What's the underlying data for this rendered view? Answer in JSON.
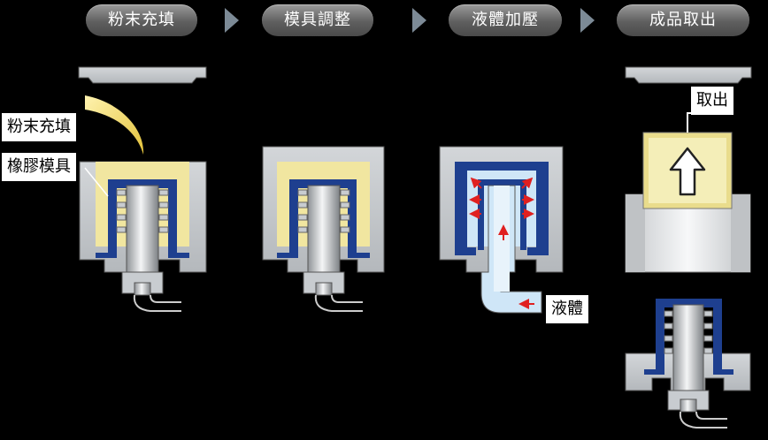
{
  "steps": [
    {
      "label": "粉末充填"
    },
    {
      "label": "模具調整"
    },
    {
      "label": "液體加壓"
    },
    {
      "label": "成品取出"
    }
  ],
  "callouts": {
    "powder": "粉末充填",
    "rubber_mold": "橡膠模具",
    "liquid": "液體",
    "remove": "取出"
  },
  "colors": {
    "steel": "#c8ccd0",
    "powder": "#f1e6a0",
    "rubber": "#1e3f8f",
    "liquid": "#cfe6f7",
    "pressure_arrow": "#e02020",
    "step_arrow": "#7c8a96"
  },
  "icons": [
    "chevron-right-icon",
    "up-arrow-icon"
  ]
}
